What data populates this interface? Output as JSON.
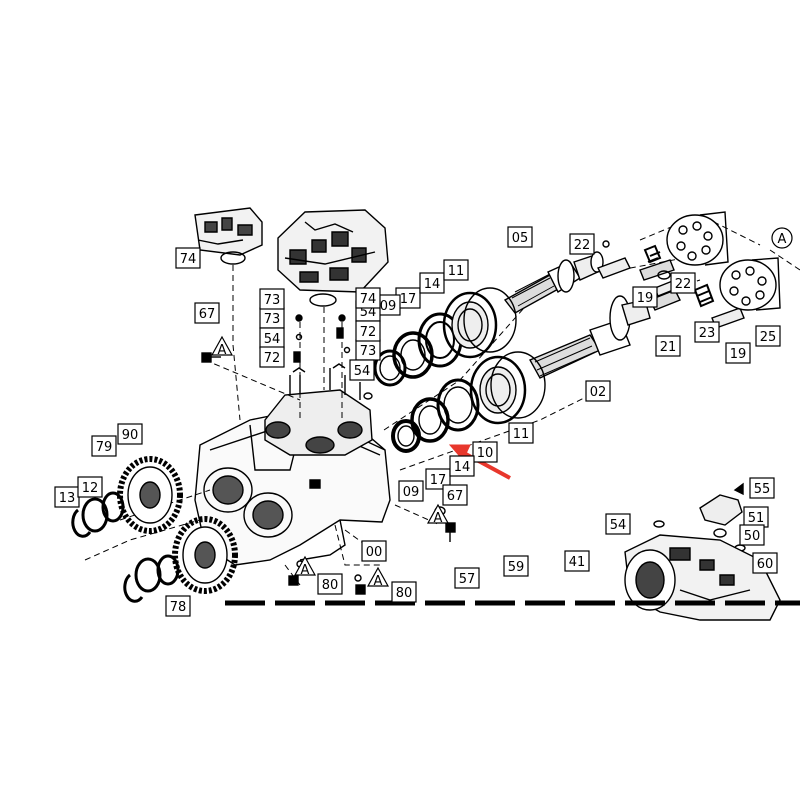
{
  "diagram": {
    "part_labels": [
      "74",
      "67",
      "73",
      "54",
      "72",
      "17",
      "09",
      "14",
      "11",
      "05",
      "22",
      "A",
      "02",
      "19",
      "21",
      "23",
      "25",
      "10",
      "55",
      "51",
      "50",
      "60",
      "54",
      "41",
      "59",
      "57",
      "80",
      "00",
      "79",
      "90",
      "13",
      "12",
      "78",
      "80",
      "54",
      "73",
      "72",
      "74",
      "54",
      "73",
      "09",
      "17",
      "14",
      "11",
      "67",
      "A",
      "A",
      "A",
      "A",
      "22",
      "19"
    ],
    "annotation_arrow": {
      "color": "#e8372c"
    }
  }
}
